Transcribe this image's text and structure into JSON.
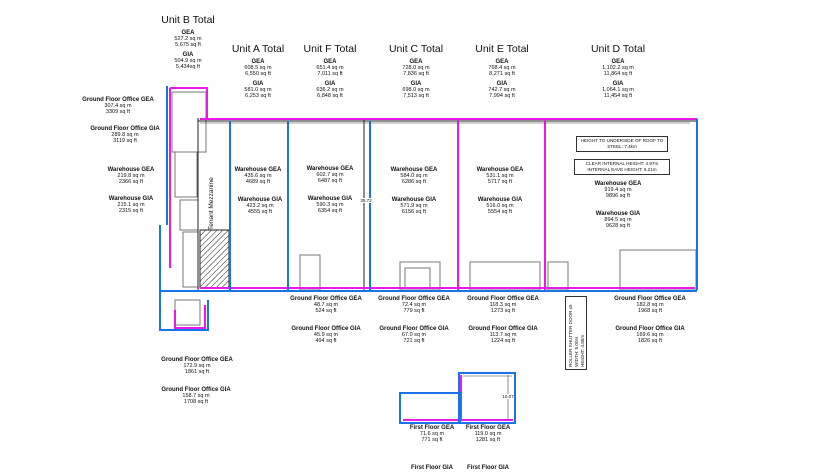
{
  "units": [
    {
      "id": "b",
      "title": "Unit B Total",
      "gea_label": "GEA",
      "gea_sqm": "527.2 sq m",
      "gea_sqft": "5,675 sq ft",
      "gia_label": "GIA",
      "gia_sqm": "504.9 sq m",
      "gia_sqft": "5,434sq ft"
    },
    {
      "id": "a",
      "title": "Unit A Total",
      "gea_label": "GEA",
      "gea_sqm": "608.5 sq m",
      "gea_sqft": "6,550 sq ft",
      "gia_label": "GIA",
      "gia_sqm": "581.0 sq m",
      "gia_sqft": "6,253 sq ft"
    },
    {
      "id": "f",
      "title": "Unit F Total",
      "gea_label": "GEA",
      "gea_sqm": "651.4 sq m",
      "gea_sqft": "7,011 sq ft",
      "gia_label": "GIA",
      "gia_sqm": "636.2 sq m",
      "gia_sqft": "6,848 sq ft"
    },
    {
      "id": "c",
      "title": "Unit C Total",
      "gea_label": "GEA",
      "gea_sqm": "728.0 sq m",
      "gea_sqft": "7,836 sq ft",
      "gia_label": "GIA",
      "gia_sqm": "698.0 sq m",
      "gia_sqft": "7,513 sq ft"
    },
    {
      "id": "e",
      "title": "Unit E Total",
      "gea_label": "GEA",
      "gea_sqm": "768.4 sq m",
      "gea_sqft": "8,271 sq ft",
      "gia_label": "GIA",
      "gia_sqm": "742.7 sq m",
      "gia_sqft": "7,994 sq ft"
    },
    {
      "id": "d",
      "title": "Unit D Total",
      "gea_label": "GEA",
      "gea_sqm": "1,102.2 sq m",
      "gea_sqft": "11,864 sq ft",
      "gia_label": "GIA",
      "gia_sqm": "1,064.1 sq m",
      "gia_sqft": "11,454 sq ft"
    }
  ],
  "areas": [
    {
      "id": "b-office-gea",
      "label": "Ground Floor Office GEA",
      "sqm": "307.4 sq m",
      "sqft": "3309 sq ft"
    },
    {
      "id": "b-office-gia",
      "label": "Ground Floor Office GIA",
      "sqm": "289.8 sq m",
      "sqft": "3119 sq ft"
    },
    {
      "id": "b-wh-gea",
      "label": "Warehouse GEA",
      "sqm": "219.8 sq m",
      "sqft": "2366 sq ft"
    },
    {
      "id": "b-wh-gia",
      "label": "Warehouse GIA",
      "sqm": "215.1 sq m",
      "sqft": "2315 sq ft"
    },
    {
      "id": "a-wh-gea",
      "label": "Warehouse GEA",
      "sqm": "435.6 sq m",
      "sqft": "4689 sq ft"
    },
    {
      "id": "a-wh-gia",
      "label": "Warehouse GIA",
      "sqm": "423.2 sq m",
      "sqft": "4555 sq ft"
    },
    {
      "id": "f-wh-gea",
      "label": "Warehouse GEA",
      "sqm": "602.7 sq m",
      "sqft": "6487 sq ft"
    },
    {
      "id": "f-wh-gia",
      "label": "Warehouse GIA",
      "sqm": "590.3 sq m",
      "sqft": "6354 sq ft"
    },
    {
      "id": "c-wh-gea",
      "label": "Warehouse GEA",
      "sqm": "584.0 sq m",
      "sqft": "6286 sq ft"
    },
    {
      "id": "c-wh-gia",
      "label": "Warehouse GIA",
      "sqm": "571.9 sq m",
      "sqft": "6156 sq ft"
    },
    {
      "id": "e-wh-gea",
      "label": "Warehouse GEA",
      "sqm": "531.1 sq m",
      "sqft": "5717 sq ft"
    },
    {
      "id": "e-wh-gia",
      "label": "Warehouse GIA",
      "sqm": "516.0 sq m",
      "sqft": "5554 sq ft"
    },
    {
      "id": "d-wh-gea",
      "label": "Warehouse GEA",
      "sqm": "919.4 sq m",
      "sqft": "9896 sq ft"
    },
    {
      "id": "d-wh-gia",
      "label": "Warehouse GIA",
      "sqm": "894.5 sq m",
      "sqft": "9628 sq ft"
    },
    {
      "id": "f-office-gea",
      "label": "Ground Floor Office GEA",
      "sqm": "48.7 sq m",
      "sqft": "524 sq ft"
    },
    {
      "id": "f-office-gia",
      "label": "Ground Floor Office GIA",
      "sqm": "45.9 sq m",
      "sqft": "494 sq ft"
    },
    {
      "id": "c-office-gea",
      "label": "Ground Floor Office GEA",
      "sqm": "72.4 sq m",
      "sqft": "779 sq ft"
    },
    {
      "id": "c-office-gia",
      "label": "Ground Floor Office GIA",
      "sqm": "67.0 sq m",
      "sqft": "721 sq ft"
    },
    {
      "id": "e-office-gea",
      "label": "Ground Floor Office GEA",
      "sqm": "118.3 sq m",
      "sqft": "1273 sq ft"
    },
    {
      "id": "e-office-gia",
      "label": "Ground Floor Office GIA",
      "sqm": "113.7 sq m",
      "sqft": "1224 sq ft"
    },
    {
      "id": "d-office-gea",
      "label": "Ground Floor Office GEA",
      "sqm": "182.8 sq m",
      "sqft": "1968 sq ft"
    },
    {
      "id": "d-office-gia",
      "label": "Ground Floor Office GIA",
      "sqm": "169.6 sq m",
      "sqft": "1826 sq ft"
    },
    {
      "id": "a-office-gea",
      "label": "Ground Floor Office GEA",
      "sqm": "172.9 sq m",
      "sqft": "1861 sq ft"
    },
    {
      "id": "a-office-gia",
      "label": "Ground Floor Office GIA",
      "sqm": "158.7 sq m",
      "sqft": "1708 sq ft"
    },
    {
      "id": "ff1-gea",
      "label": "First Floor GEA",
      "sqm": "71.6 sq m",
      "sqft": "771 sq ft"
    },
    {
      "id": "ff2-gea",
      "label": "First Floor GEA",
      "sqm": "119.0 sq m",
      "sqft": "1281 sq ft"
    }
  ],
  "first_floor_gia_labels": [
    "First Floor GIA",
    "First Floor GIA"
  ],
  "notes": {
    "tenant_mezzanine": "Tenant Mezzanine",
    "height_roof": "HEIGHT TO UNDERSIDE OF ROOF TO STEEL: 7.4km",
    "clear_height": "CLEAR INTERNAL HEIGHT: 4.97m",
    "eave_height": "INTERNAL EAVE HEIGHT: 6.21m",
    "roller_door": "ROLLER SHUTTER DOOR x5",
    "roller_width": "WIDTH: 5.00m",
    "roller_height": "HEIGHT: 4.85m",
    "dim_mid": "35.72",
    "dim_ff": "10.07"
  },
  "colors": {
    "gea_line": "#1a73e8",
    "gia_line": "#e81ae8",
    "wall": "#222222"
  }
}
